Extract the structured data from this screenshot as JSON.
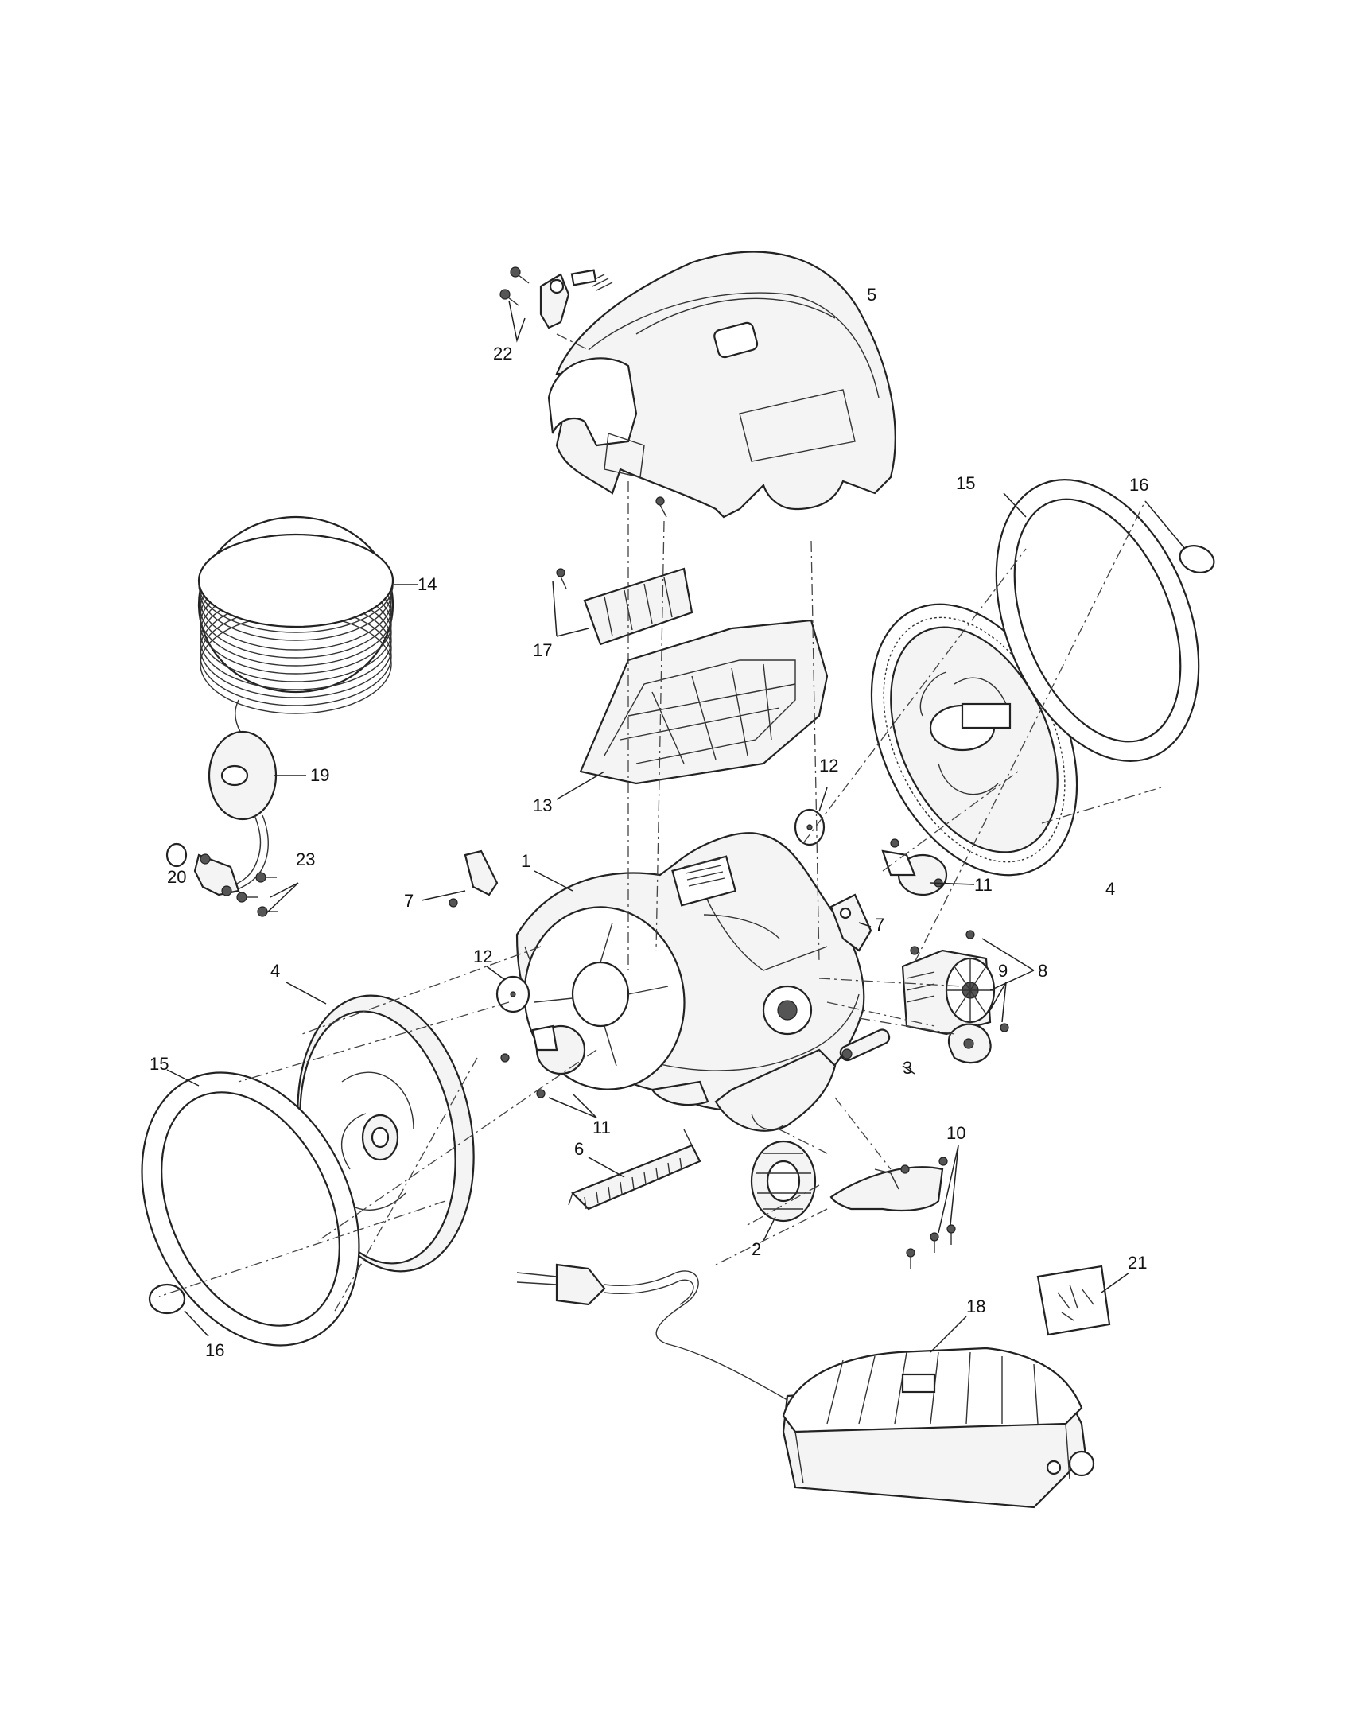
{
  "callouts": {
    "c1": "1",
    "c2": "2",
    "c3": "3",
    "c4a": "4",
    "c4b": "4",
    "c5": "5",
    "c6": "6",
    "c7a": "7",
    "c7b": "7",
    "c8": "8",
    "c9": "9",
    "c10": "10",
    "c11a": "11",
    "c11b": "11",
    "c12a": "12",
    "c12b": "12",
    "c13": "13",
    "c14": "14",
    "c15a": "15",
    "c15b": "15",
    "c16a": "16",
    "c16b": "16",
    "c17": "17",
    "c18": "18",
    "c19": "19",
    "c20": "20",
    "c21": "21",
    "c22": "22",
    "c23": "23"
  },
  "colors": {
    "line": "#222222",
    "fill": "#f4f4f4",
    "background": "#ffffff"
  }
}
